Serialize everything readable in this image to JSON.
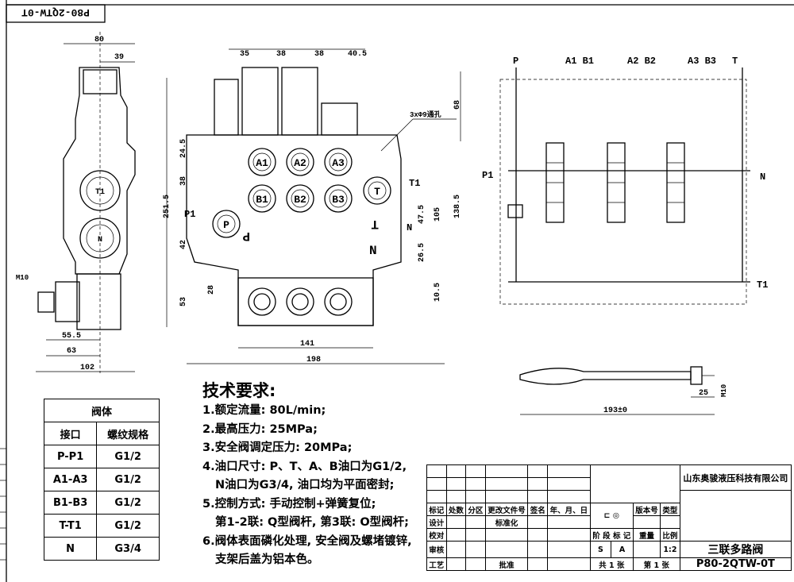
{
  "drawing_number_stamp": "P80-2QTW-0T",
  "side_view": {
    "dims": [
      "80",
      "39",
      "M10",
      "55.5",
      "63",
      "102"
    ],
    "ports": [
      "T1",
      "N"
    ]
  },
  "front_view": {
    "dims_top": [
      "35",
      "38",
      "38",
      "40.5"
    ],
    "dims_left": [
      "24.5",
      "38",
      "251.5",
      "42",
      "53",
      "28"
    ],
    "dims_right": [
      "68",
      "105",
      "138.5",
      "47.5",
      "26.5",
      "10.5"
    ],
    "dims_bottom": [
      "141",
      "198"
    ],
    "hole_note": "3xΦ9通孔",
    "ports": [
      "A1",
      "A2",
      "A3",
      "B1",
      "B2",
      "B3",
      "P",
      "T"
    ],
    "side_labels": [
      "P1",
      "T1",
      "N"
    ],
    "cast_labels": [
      "P",
      "T",
      "N"
    ]
  },
  "schematic": {
    "top_labels": [
      "P",
      "A1 B1",
      "A2 B2",
      "A3 B3",
      "T"
    ],
    "left_label": "P1",
    "right_labels": [
      "N",
      "T1"
    ]
  },
  "handle": {
    "dims": [
      "25",
      "M10",
      "193±0"
    ]
  },
  "spec_table": {
    "title": "阀体",
    "headers": [
      "接口",
      "螺纹规格"
    ],
    "rows": [
      [
        "P-P1",
        "G1/2"
      ],
      [
        "A1-A3",
        "G1/2"
      ],
      [
        "B1-B3",
        "G1/2"
      ],
      [
        "T-T1",
        "G1/2"
      ],
      [
        "N",
        "G3/4"
      ]
    ]
  },
  "requirements": {
    "title": "技术要求:",
    "lines": [
      "1.额定流量: 80L/min;",
      "2.最高压力: 25MPa;",
      "3.安全阀调定压力: 20MPa;",
      "4.油口尺寸: P、T、A、B油口为G1/2,",
      "N油口为G3/4, 油口均为平面密封;",
      "5.控制方式: 手动控制+弹簧复位;",
      "第1-2联: Q型阀杆, 第3联: O型阀杆;",
      "6.阀体表面磷化处理, 安全阀及螺堵镀锌,",
      "支架后盖为铝本色。"
    ]
  },
  "title_block": {
    "company": "山东奥骏液压科技有限公司",
    "rev_headers": [
      "标记",
      "处数",
      "分区",
      "更改文件号",
      "签名",
      "年、月、日"
    ],
    "roles": [
      "设计",
      "校对",
      "审核",
      "工艺"
    ],
    "standardize": "标准化",
    "approve": "批准",
    "version": "版本号",
    "type": "类型",
    "stage": "阶 段 标 记",
    "weight": "重量",
    "scale_label": "比例",
    "stage_values": [
      "S",
      "A"
    ],
    "scale": "1:2",
    "sheets_total": "共 1 张",
    "sheet_no": "第 1 张",
    "name": "三联多路阀",
    "drawing_no": "P80-2QTW-0T"
  }
}
